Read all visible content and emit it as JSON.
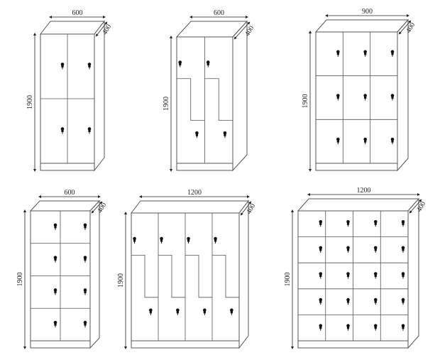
{
  "title": "Locker cabinet dimension drawings",
  "lockers": [
    {
      "type": "grid",
      "width_label": "600",
      "depth_label": "400",
      "height_label": "1900",
      "columns": 2,
      "rows": 2
    },
    {
      "type": "z",
      "width_label": "600",
      "depth_label": "400",
      "height_label": "1900",
      "columns": 2,
      "rows": 2
    },
    {
      "type": "grid",
      "width_label": "900",
      "depth_label": "400",
      "height_label": "1900",
      "columns": 3,
      "rows": 3
    },
    {
      "type": "grid",
      "width_label": "600",
      "depth_label": "400",
      "height_label": "1900",
      "columns": 2,
      "rows": 4
    },
    {
      "type": "z",
      "width_label": "1200",
      "depth_label": "400",
      "height_label": "1900",
      "columns": 4,
      "rows": 2
    },
    {
      "type": "grid",
      "width_label": "1200",
      "depth_label": "400",
      "height_label": "1900",
      "columns": 4,
      "rows": 5
    }
  ],
  "colors": {
    "line": "#555555",
    "lock": "#111111"
  }
}
